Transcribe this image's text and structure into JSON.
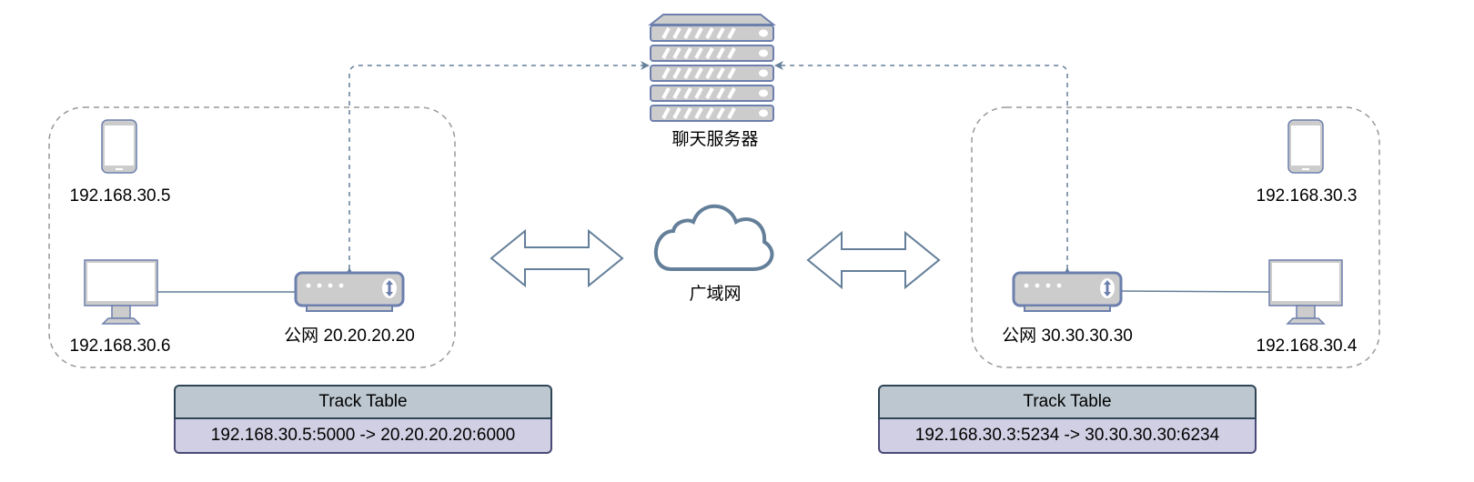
{
  "diagram": {
    "server": {
      "label": "聊天服务器",
      "icon": "server-rack-icon"
    },
    "wan": {
      "label": "广域网",
      "icon": "cloud-icon"
    },
    "left_lan": {
      "devices": [
        {
          "type": "mobile",
          "label": "192.168.30.5",
          "icon": "mobile-phone-icon"
        },
        {
          "type": "desktop",
          "label": "192.168.30.6",
          "icon": "monitor-icon"
        }
      ],
      "router": {
        "label": "公网 20.20.20.20",
        "icon": "router-icon"
      },
      "track_table": {
        "title": "Track Table",
        "rows": [
          "192.168.30.5:5000 -> 20.20.20.20:6000"
        ]
      }
    },
    "right_lan": {
      "devices": [
        {
          "type": "mobile",
          "label": "192.168.30.3",
          "icon": "mobile-phone-icon"
        },
        {
          "type": "desktop",
          "label": "192.168.30.4",
          "icon": "monitor-icon"
        }
      ],
      "router": {
        "label": "公网 30.30.30.30",
        "icon": "router-icon"
      },
      "track_table": {
        "title": "Track Table",
        "rows": [
          "192.168.30.3:5234 -> 30.30.30.30:6234"
        ]
      }
    },
    "colors": {
      "stroke": "#647f99",
      "device_stroke": "#6c7fad",
      "device_fill": "#cccccc",
      "dashed_box": "#999999",
      "table_header": "#bcc7d0",
      "table_row": "#d1cfe3"
    }
  }
}
